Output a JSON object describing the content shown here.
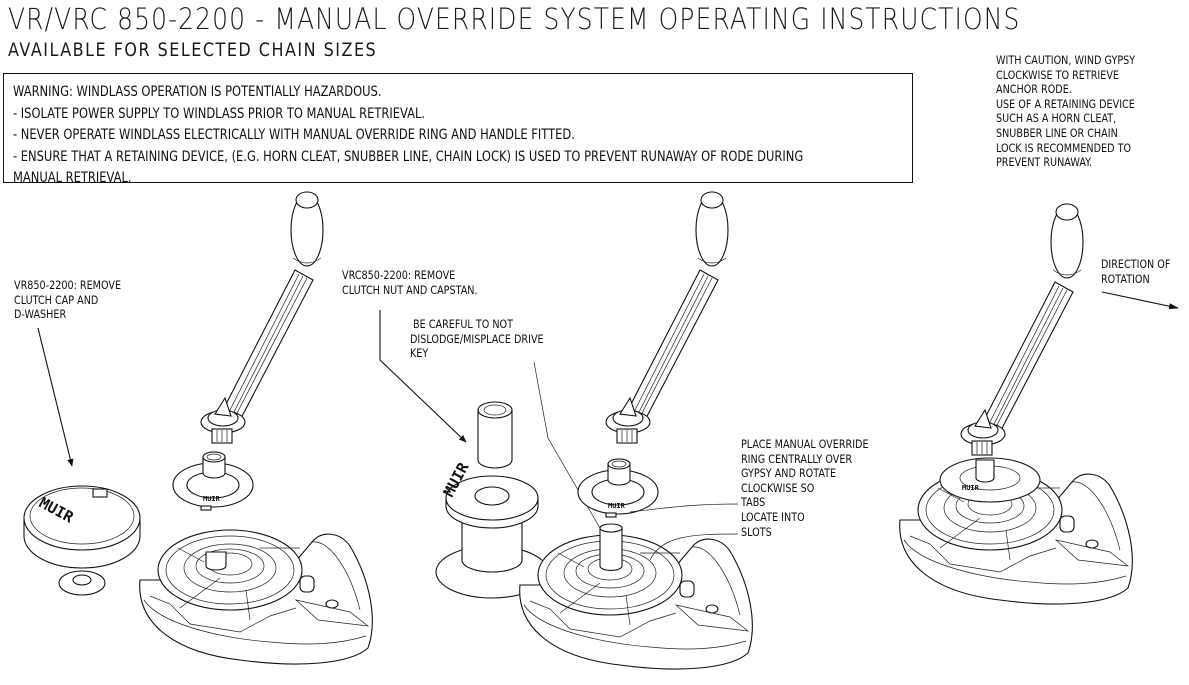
{
  "header": {
    "title": "VR/VRC 850-2200 - MANUAL OVERRIDE SYSTEM OPERATING INSTRUCTIONS",
    "subtitle": "AVAILABLE FOR SELECTED CHAIN SIZES"
  },
  "warning_box": {
    "lines": [
      "WARNING:  WINDLASS OPERATION IS POTENTIALLY HAZARDOUS.",
      "- ISOLATE POWER SUPPLY TO WINDLASS  PRIOR TO MANUAL RETRIEVAL.",
      "- NEVER OPERATE WINDLASS ELECTRICALLY WITH MANUAL OVERRIDE RING AND HANDLE FITTED.",
      "- ENSURE THAT A RETAINING DEVICE, (E.G. HORN CLEAT, SNUBBER LINE, CHAIN LOCK) IS USED TO PREVENT RUNAWAY OF RODE DURING",
      "MANUAL RETRIEVAL."
    ]
  },
  "notes": {
    "caution": [
      "WITH CAUTION, WIND GYPSY",
      "CLOCKWISE TO RETRIEVE",
      "ANCHOR RODE.",
      "USE OF A RETAINING DEVICE",
      "SUCH AS A HORN CLEAT,",
      "SNUBBER LINE OR CHAIN",
      "LOCK IS RECOMMENDED TO",
      "PREVENT RUNAWAY."
    ],
    "vr_step": [
      "VR850-2200: REMOVE",
      "CLUTCH CAP AND",
      "D-WASHER"
    ],
    "vrc_step": [
      "VRC850-2200: REMOVE",
      "CLUTCH NUT AND CAPSTAN."
    ],
    "drive_key": [
      " BE CAREFUL TO NOT",
      "DISLODGE/MISPLACE DRIVE",
      "KEY"
    ],
    "ring_placement": [
      "PLACE MANUAL OVERRIDE",
      "RING CENTRALLY OVER",
      "GYPSY AND ROTATE",
      "CLOCKWISE SO",
      "TABS",
      "LOCATE INTO",
      "SLOTS"
    ],
    "rotation": [
      "DIRECTION OF",
      "ROTATION"
    ]
  },
  "labels": {
    "brand_mark": "MUIR"
  },
  "icons": {
    "direction_arrow": "arrow-right-icon"
  }
}
